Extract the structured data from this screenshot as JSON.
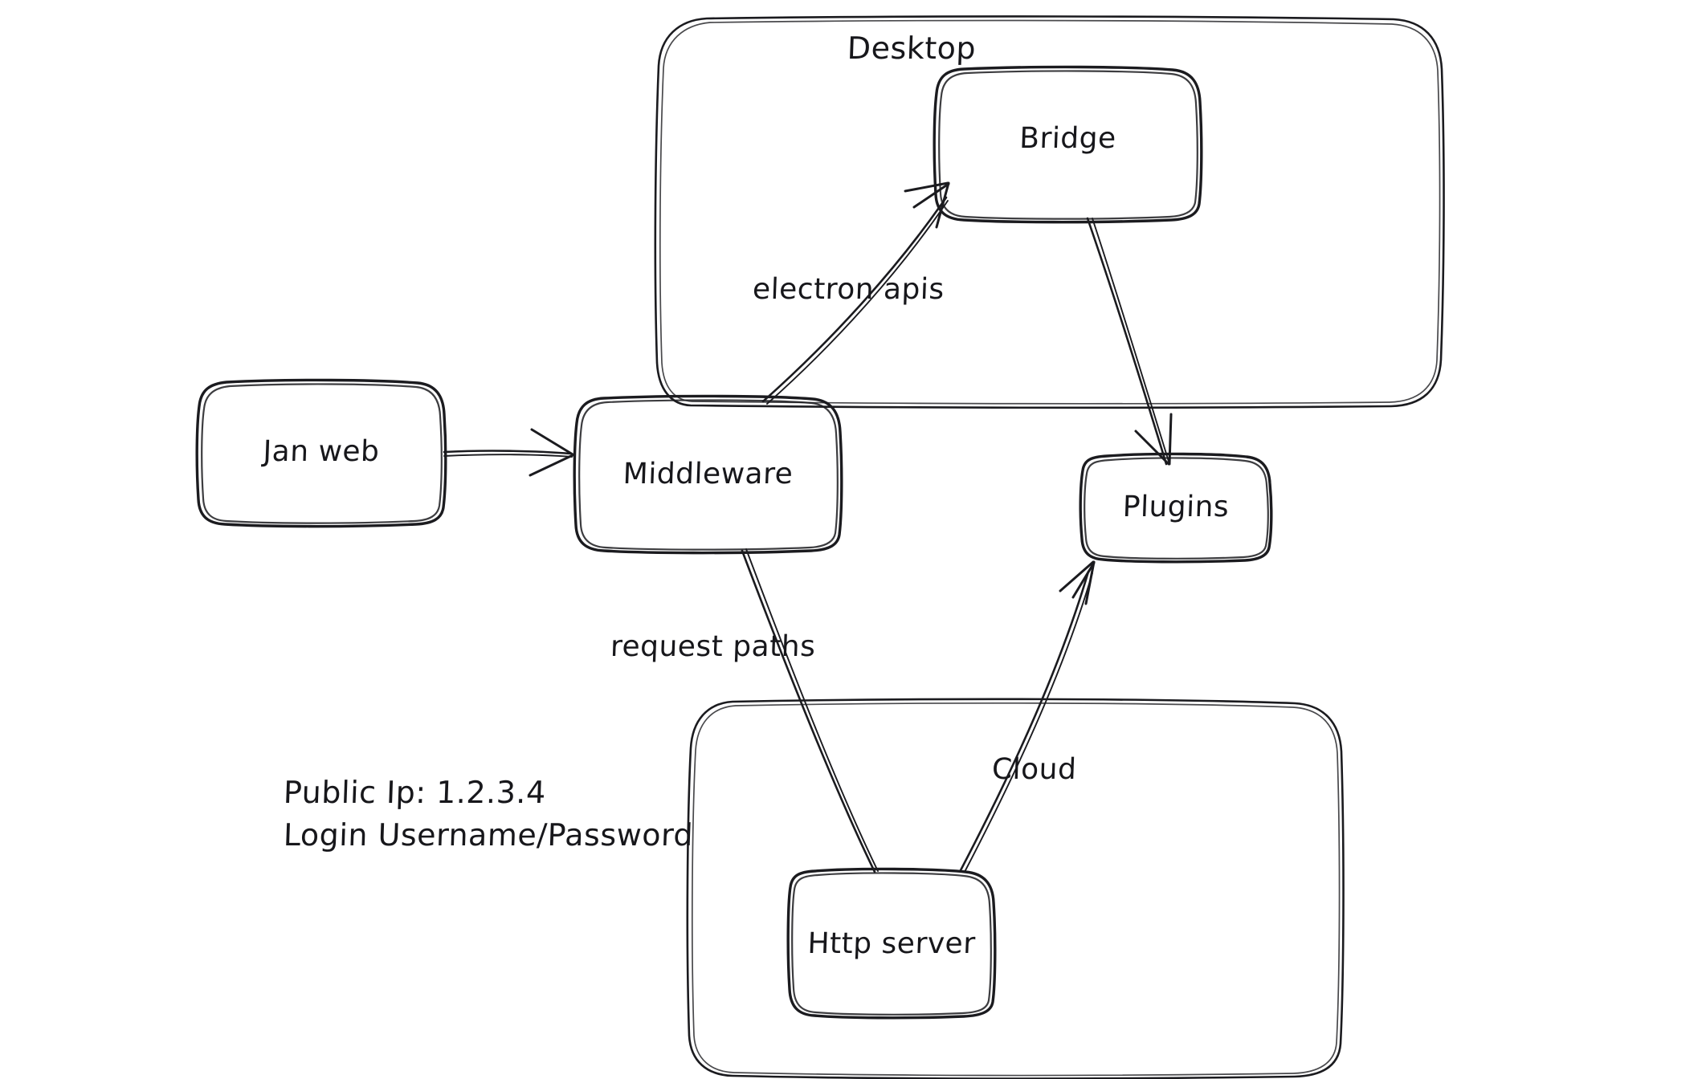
{
  "diagram": {
    "title": "Jan architecture flow",
    "background_color": "#ffffff",
    "ink_color": "#1b1b1f",
    "style": "hand-drawn whiteboard sketch",
    "containers": [
      {
        "id": "desktop",
        "label": "Desktop"
      },
      {
        "id": "cloud",
        "label": ""
      }
    ],
    "nodes": [
      {
        "id": "jan-web",
        "label": "Jan web"
      },
      {
        "id": "middleware",
        "label": "Middleware"
      },
      {
        "id": "bridge",
        "label": "Bridge"
      },
      {
        "id": "plugins",
        "label": "Plugins"
      },
      {
        "id": "http-server",
        "label": "Http server"
      }
    ],
    "edges": [
      {
        "id": "janweb-middleware",
        "from": "jan-web",
        "to": "middleware",
        "label": "",
        "arrow": true
      },
      {
        "id": "middleware-bridge",
        "from": "middleware",
        "to": "bridge",
        "label": "electron apis",
        "arrow": true
      },
      {
        "id": "bridge-plugins",
        "from": "bridge",
        "to": "plugins",
        "label": "",
        "arrow": true
      },
      {
        "id": "middleware-httpserver",
        "from": "middleware",
        "to": "http-server",
        "label": "request paths",
        "arrow": false
      },
      {
        "id": "httpserver-plugins",
        "from": "http-server",
        "to": "plugins",
        "label": "Cloud",
        "arrow": true
      }
    ],
    "notes": {
      "public_ip_line": "Public Ip: 1.2.3.4",
      "login_line": "Login Username/Password"
    }
  }
}
